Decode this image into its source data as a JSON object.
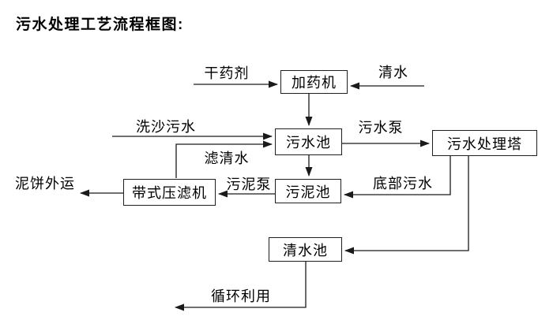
{
  "title": "污水处理工艺流程框图:",
  "nodes": {
    "dosing_machine": {
      "label": "加药机"
    },
    "sewage_pool": {
      "label": "污水池"
    },
    "treatment_tower": {
      "label": "污水处理塔"
    },
    "sludge_pool": {
      "label": "污泥池"
    },
    "belt_filter_press": {
      "label": "带式压滤机"
    },
    "clean_water_pool": {
      "label": "清水池"
    }
  },
  "flow_labels": {
    "dry_agent": "干药剂",
    "clean_water": "清水",
    "sand_washing_sewage": "洗沙污水",
    "sewage_pump": "污水泵",
    "filtered_clean_water": "滤清水",
    "sludge_pump": "污泥泵",
    "bottom_sewage": "底部污水",
    "mud_cake_transport": "泥饼外运",
    "recycling_use": "循环利用"
  },
  "colors": {
    "background": "#ffffff",
    "line": "#1a1a1a",
    "text": "#000000"
  }
}
